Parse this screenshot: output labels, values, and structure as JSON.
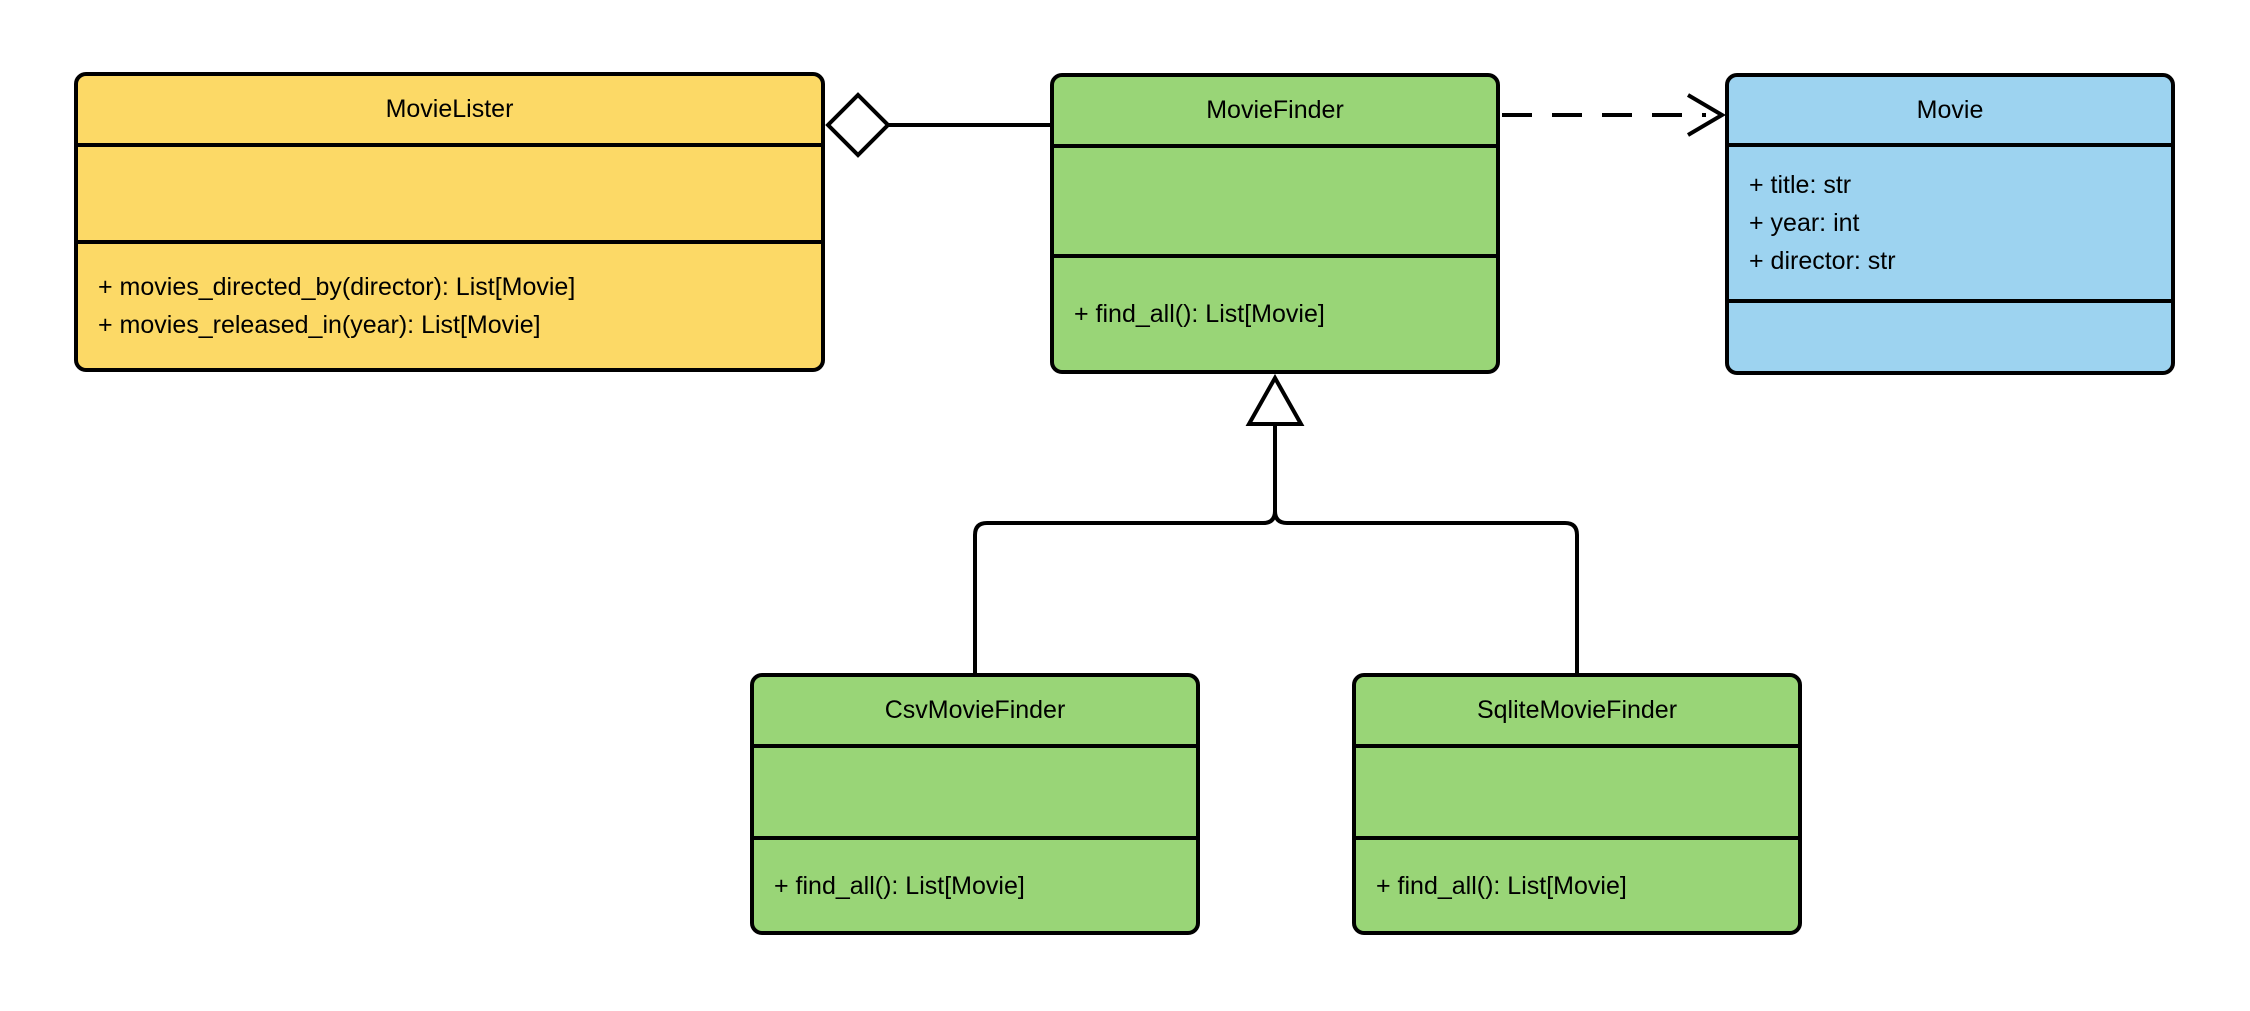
{
  "diagram": {
    "kind": "uml-class-diagram",
    "background_color": "#FFFFFF",
    "line_color": "#000000"
  },
  "colors": {
    "yellow_fill": "#FCD966",
    "green_fill": "#99D577",
    "blue_fill": "#9DD3F0"
  },
  "classes": {
    "movie_lister": {
      "name": "MovieLister",
      "fill": "#FCD966",
      "attributes": [],
      "methods": [
        "+ movies_directed_by(director): List[Movie]",
        "+ movies_released_in(year): List[Movie]"
      ]
    },
    "movie_finder": {
      "name": "MovieFinder",
      "fill": "#99D577",
      "attributes": [],
      "methods": [
        "+ find_all(): List[Movie]"
      ]
    },
    "movie": {
      "name": "Movie",
      "fill": "#9DD3F0",
      "attributes": [
        "+ title: str",
        "+ year: int",
        "+ director: str"
      ],
      "methods": []
    },
    "csv_movie_finder": {
      "name": "CsvMovieFinder",
      "fill": "#99D577",
      "attributes": [],
      "methods": [
        "+ find_all(): List[Movie]"
      ]
    },
    "sqlite_movie_finder": {
      "name": "SqliteMovieFinder",
      "fill": "#99D577",
      "attributes": [],
      "methods": [
        "+ find_all(): List[Movie]"
      ]
    }
  },
  "relationships": [
    {
      "type": "aggregation",
      "from": "MovieLister",
      "to": "MovieFinder",
      "marker": "hollow-diamond",
      "line": "solid"
    },
    {
      "type": "dependency",
      "from": "MovieFinder",
      "to": "Movie",
      "marker": "open-arrow",
      "line": "dashed"
    },
    {
      "type": "generalization",
      "from": "CsvMovieFinder",
      "to": "MovieFinder",
      "marker": "hollow-triangle",
      "line": "solid"
    },
    {
      "type": "generalization",
      "from": "SqliteMovieFinder",
      "to": "MovieFinder",
      "marker": "hollow-triangle",
      "line": "solid"
    }
  ]
}
